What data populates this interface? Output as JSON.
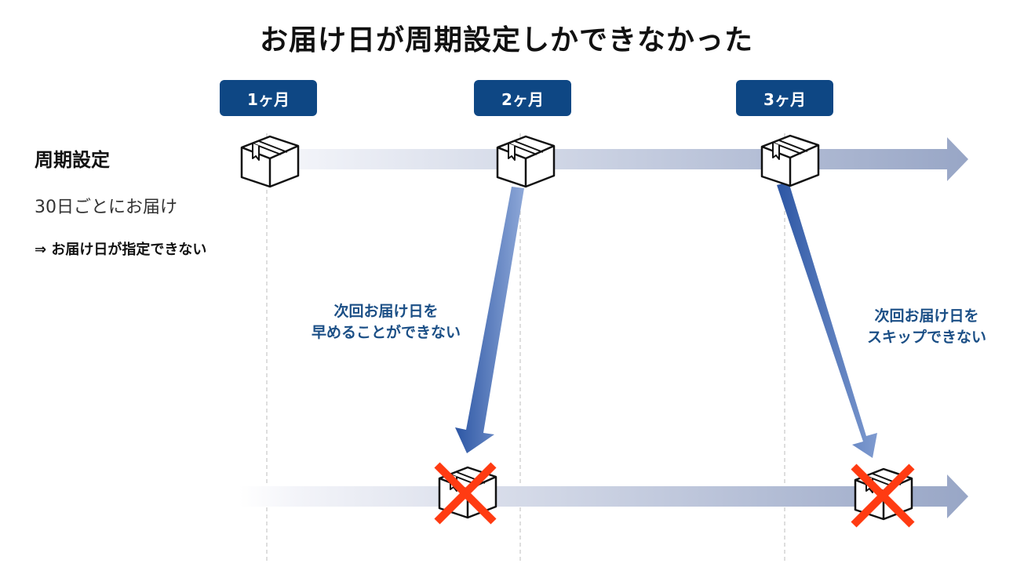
{
  "title": "お届け日が周期設定しかできなかった",
  "months": [
    "1ヶ月",
    "2ヶ月",
    "3ヶ月"
  ],
  "left_panel": {
    "heading": "周期設定",
    "interval": "30日ごとにお届け",
    "note": "⇒ お届け日が指定できない"
  },
  "callouts": {
    "advance": [
      "次回お届け日を",
      "早めることができない"
    ],
    "skip": [
      "次回お届け日を",
      "スキップできない"
    ]
  },
  "colors": {
    "badge": "#0e4784",
    "callout_text": "#1b4f86",
    "down_arrow": "#2f5aa8",
    "timeline_end": "#98a6c6",
    "cross": "#ff3b12"
  },
  "icons": {
    "package": "package-icon",
    "cross": "cross-icon"
  }
}
